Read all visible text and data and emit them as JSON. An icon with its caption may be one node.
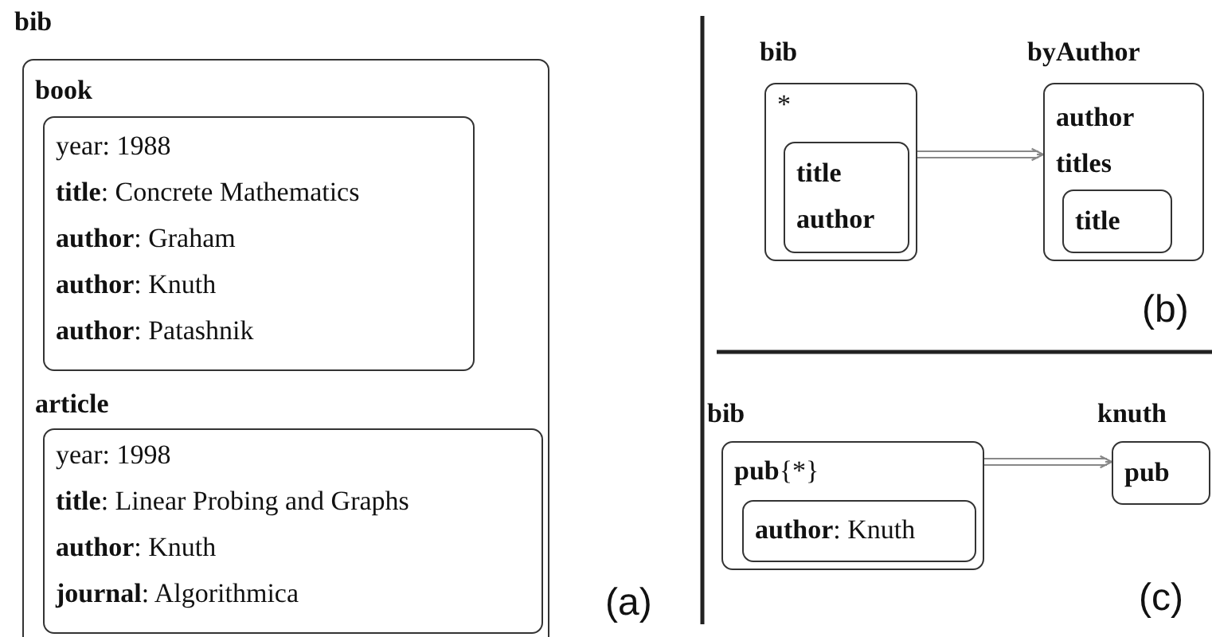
{
  "diagram": {
    "nodes": [
      {
        "text": [
          "bib"
        ]
      },
      {
        "text": [
          "book",
          "year: 1988",
          "**title**: Concrete Mathematics",
          "**author**: Graham",
          "**author**: Knuth",
          "**author**: Patashnik"
        ],
        "in": 0
      },
      {
        "text": [
          "article",
          "year: 1998",
          "**title**: Linear Probing and Graphs",
          "**author**: Knuth",
          "**journal**: Algorithmica"
        ],
        "in": 0
      },
      {
        "text": [
          "bib",
          "*"
        ]
      },
      {
        "text": [
          "title",
          "author"
        ],
        "in": 3
      },
      {
        "text": [
          "byAuthor",
          "author",
          "titles"
        ]
      },
      {
        "text": [
          "title"
        ],
        "in": 5
      },
      {
        "text": [
          "bib",
          "**pub**{*}"
        ]
      },
      {
        "text": [
          "**author**: Knuth"
        ],
        "in": 7
      },
      {
        "text": [
          "knuth",
          "pub"
        ]
      }
    ],
    "edges": [
      {
        "from": 3,
        "to": 5,
        "arrow": "to"
      },
      {
        "from": 7,
        "to": 9,
        "arrow": "to"
      }
    ],
    "labels": [
      "(a)",
      "(b)",
      "(c)"
    ]
  }
}
